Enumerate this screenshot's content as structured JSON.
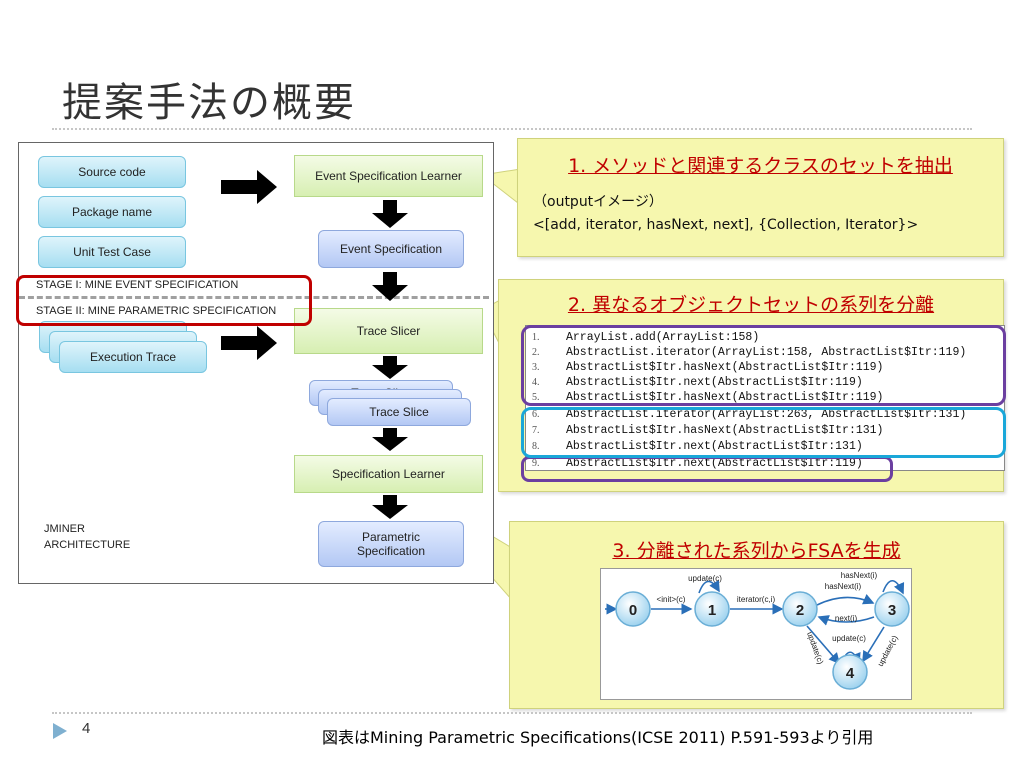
{
  "slide": {
    "title": "提案手法の概要",
    "page_number": "4",
    "citation": "図表はMining Parametric Specifications(ICSE 2011) P.591-593より引用"
  },
  "architecture": {
    "inputs": [
      "Source code",
      "Package name",
      "Unit Test Case"
    ],
    "execution_trace": "Execution Trace",
    "stage1": "STAGE I: MINE EVENT SPECIFICATION",
    "stage2": "STAGE II: MINE PARAMETRIC SPECIFICATION",
    "event_spec_learner": "Event Specification Learner",
    "event_spec": "Event Specification",
    "trace_slicer": "Trace Slicer",
    "trace_slice_partial": "Trace Slice",
    "trace_slice": "Trace Slice",
    "spec_learner": "Specification Learner",
    "param_spec": "Parametric Specification",
    "caption_line1": "JMINER",
    "caption_line2": "ARCHITECTURE"
  },
  "callout1": {
    "heading": "1. メソッドと関連するクラスのセットを抽出",
    "line1": "（outputイメージ）",
    "line2": "<[add, iterator, hasNext, next], {Collection, Iterator}>"
  },
  "callout2": {
    "heading": "2. 異なるオブジェクトセットの系列を分離",
    "lines": [
      {
        "num": "1.",
        "code": "ArrayList.add(ArrayList:158)"
      },
      {
        "num": "2.",
        "code": "AbstractList.iterator(ArrayList:158, AbstractList$Itr:119)"
      },
      {
        "num": "3.",
        "code": "AbstractList$Itr.hasNext(AbstractList$Itr:119)"
      },
      {
        "num": "4.",
        "code": "AbstractList$Itr.next(AbstractList$Itr:119)"
      },
      {
        "num": "5.",
        "code": "AbstractList$Itr.hasNext(AbstractList$Itr:119)"
      },
      {
        "num": "6.",
        "code": "AbstractList.iterator(ArrayList:263, AbstractList$Itr:131)"
      },
      {
        "num": "7.",
        "code": "AbstractList$Itr.hasNext(AbstractList$Itr:131)"
      },
      {
        "num": "8.",
        "code": "AbstractList$Itr.next(AbstractList$Itr:131)"
      },
      {
        "num": "9.",
        "code": "AbstractList$Itr.next(AbstractList$Itr:119)"
      }
    ]
  },
  "callout3": {
    "heading": "3. 分離された系列からFSAを生成",
    "states": [
      "0",
      "1",
      "2",
      "3",
      "4"
    ],
    "edges": {
      "init": "<init>(c)",
      "update_self": "update(c)",
      "iterator": "iterator(c,i)",
      "hasnext_top": "hasNext(i)",
      "hasnext_mid": "hasNext(i)",
      "next": "next(i)",
      "update_left": "update(c)",
      "update_right": "update(c)",
      "update_loop4": "update(c)"
    }
  },
  "colors": {
    "heading_red": "#c00000",
    "callout_yellow": "#f6f7ae",
    "stage_red_box": "#c00000",
    "purple_group": "#6b3fa0",
    "cyan_group": "#1aa7d9"
  }
}
